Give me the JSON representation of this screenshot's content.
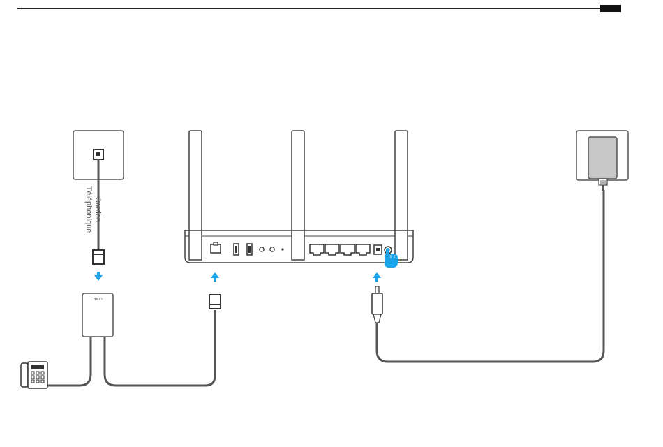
{
  "labels": {
    "cord_line1": "Cordon",
    "cord_line2": "Téléphonique",
    "splitter": "LINE"
  },
  "colors": {
    "line": "#555555",
    "outline": "#444444",
    "arrow": "#1aa3e8",
    "adapter_fill": "#c8c8c8",
    "header_rule": "#222222"
  }
}
